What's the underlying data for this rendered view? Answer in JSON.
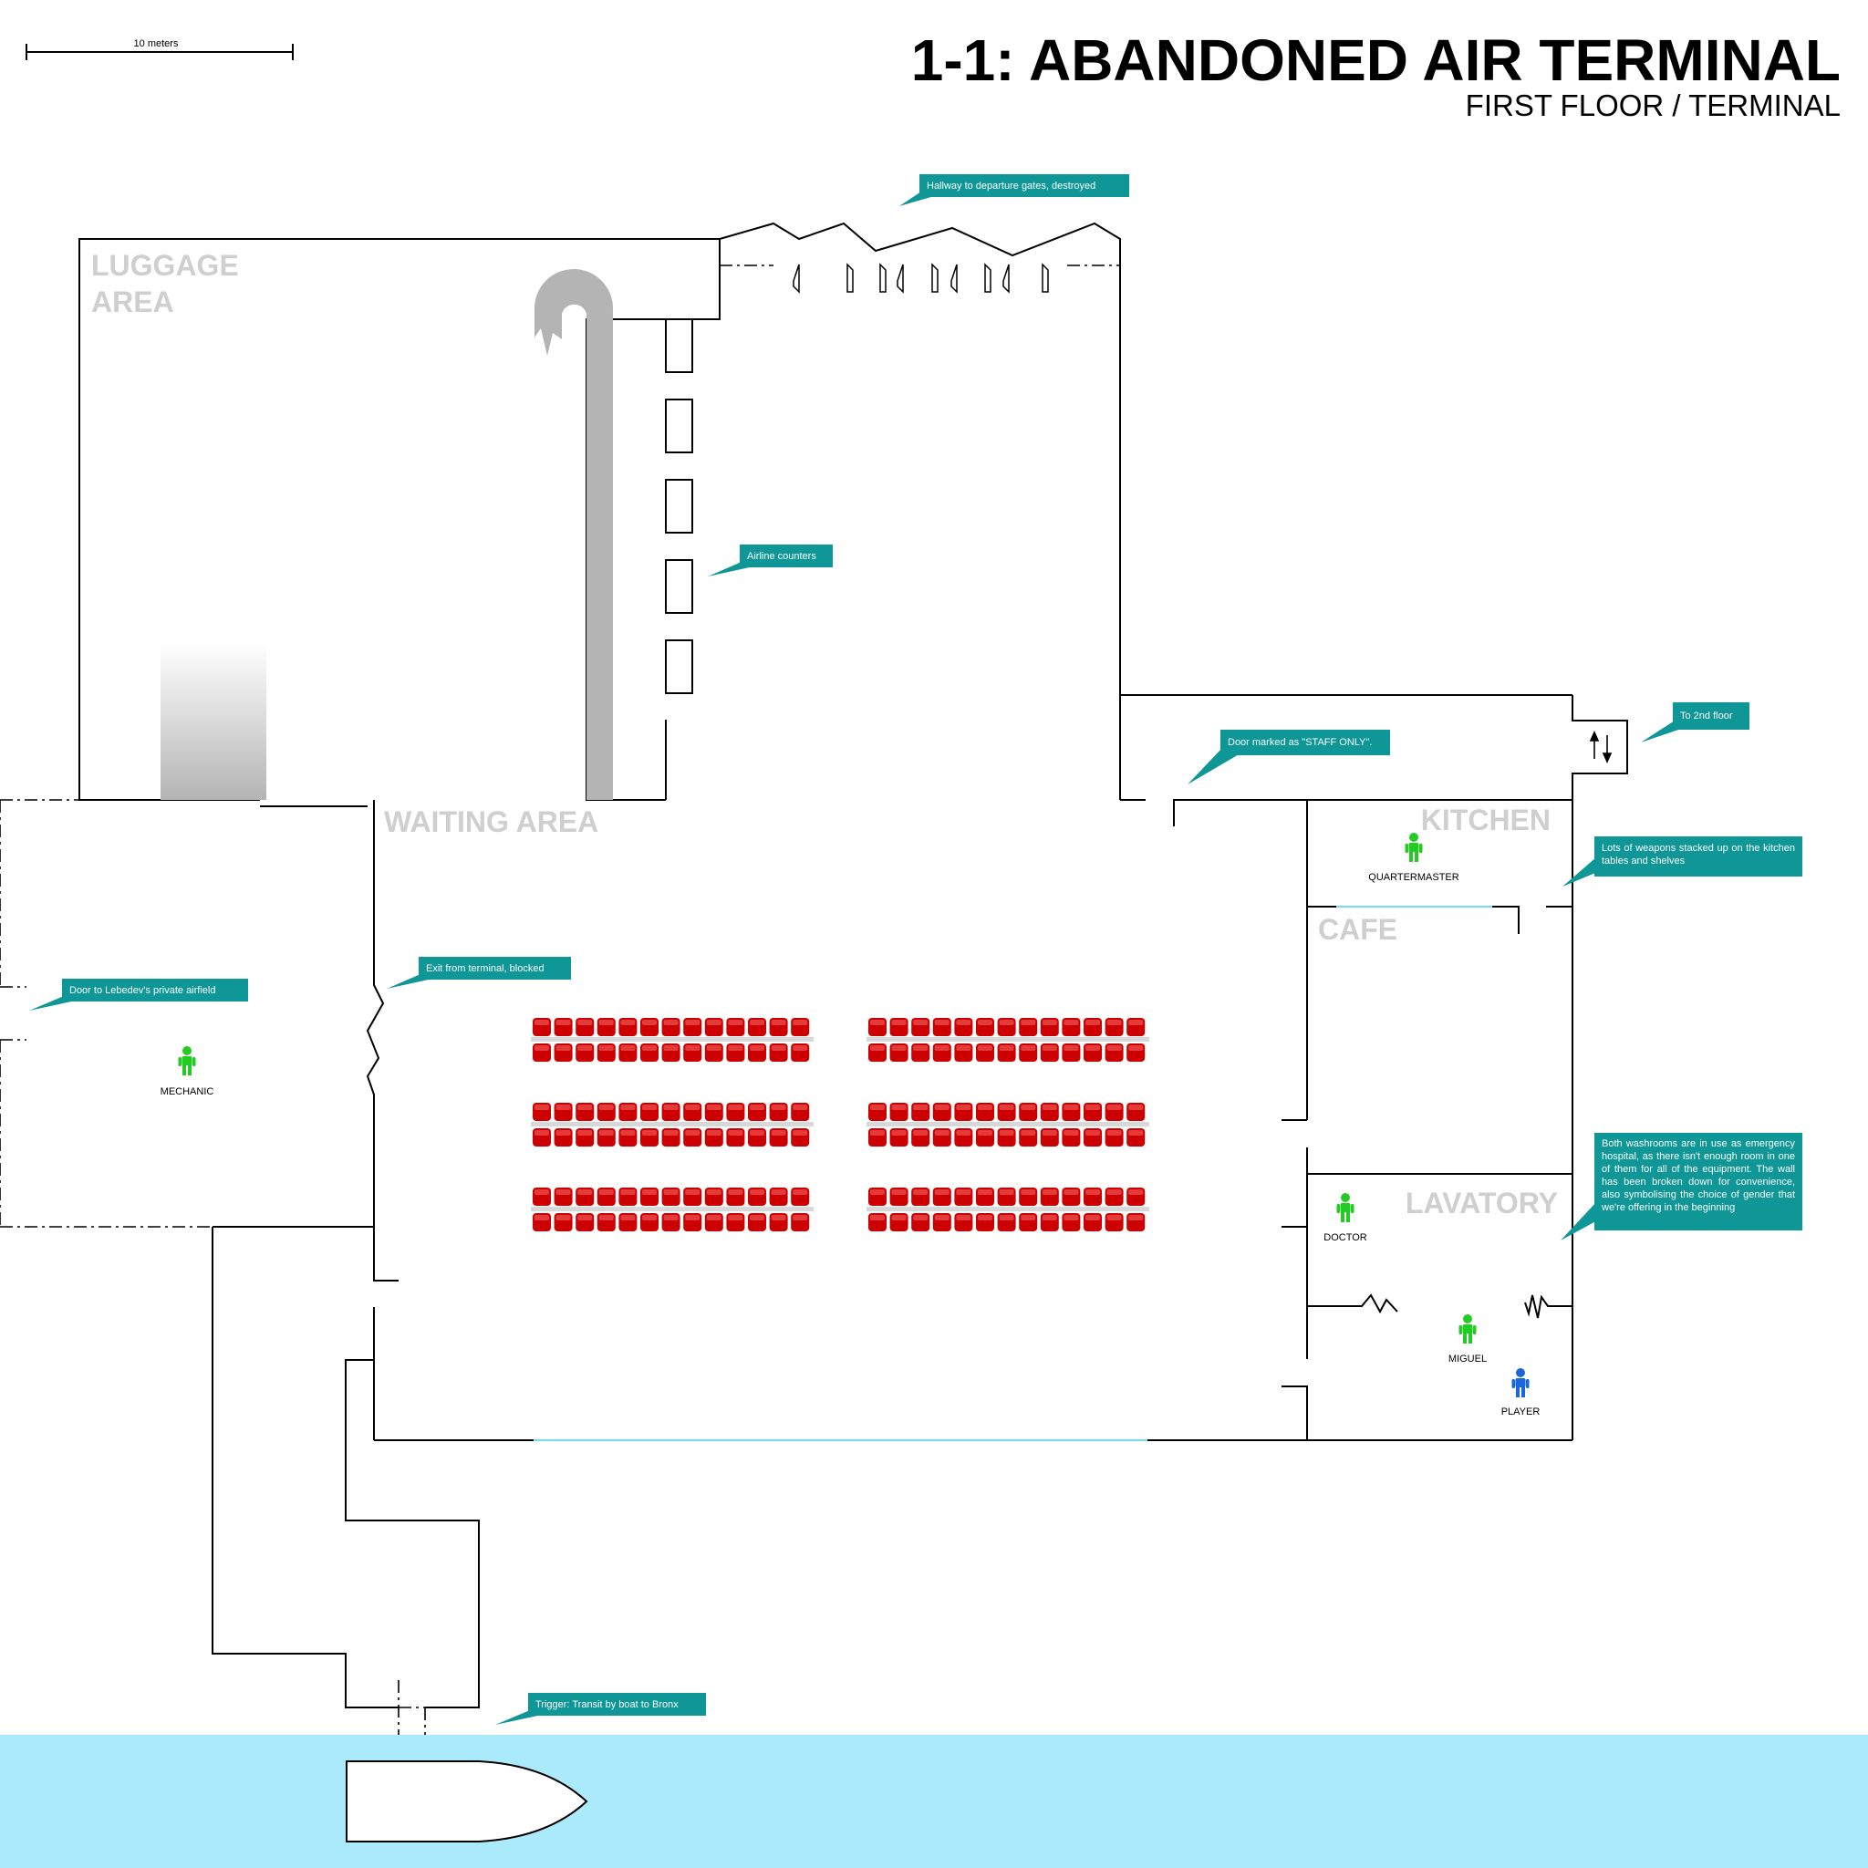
{
  "header": {
    "title": "1-1: ABANDONED AIR TERMINAL",
    "subtitle": "FIRST FLOOR / TERMINAL",
    "scale_label": "10 meters"
  },
  "rooms": {
    "luggage_line1": "LUGGAGE",
    "luggage_line2": "AREA",
    "waiting": "WAITING AREA",
    "kitchen": "KITCHEN",
    "cafe": "CAFE",
    "lavatory": "LAVATORY"
  },
  "characters": {
    "mechanic": "MECHANIC",
    "quartermaster": "QUARTERMASTER",
    "doctor": "DOCTOR",
    "miguel": "MIGUEL",
    "player": "PLAYER"
  },
  "notes": {
    "hallway": "Hallway to departure gates, destroyed",
    "counters": "Airline counters",
    "staff_door": "Door marked as \"STAFF ONLY\".",
    "second_floor": "To 2nd floor",
    "weapons": "Lots of weapons stacked up on the kitchen tables and shelves",
    "exit_blocked": "Exit from terminal, blocked",
    "airfield_door": "Door to Lebedev's private airfield",
    "washrooms": "Both washrooms are in use as emergency hospital, as there isn't enough room in one of them for all of the equipment. The wall has been broken down for convenience, also symbolising the choice of gender that we're offering in the beginning",
    "boat": "Trigger: Transit by boat to Bronx"
  },
  "colors": {
    "note_bg": "#0f9696",
    "npc": "#22cc22",
    "player": "#1a66dd",
    "water": "#aaeafb",
    "seat": "#cc0000",
    "room_label": "#cfcfcf"
  }
}
